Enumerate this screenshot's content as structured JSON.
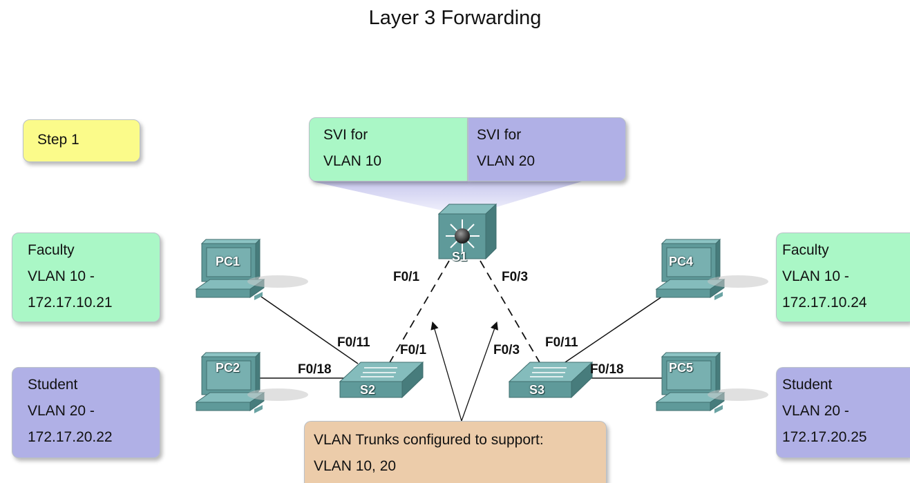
{
  "title": "Layer 3 Forwarding",
  "step_label": "Step 1",
  "svi": {
    "vlan10": [
      "SVI for",
      "VLAN 10"
    ],
    "vlan20": [
      "SVI for",
      "VLAN 20"
    ]
  },
  "hosts": {
    "pc1": [
      "Faculty",
      "VLAN 10 -",
      "172.17.10.21"
    ],
    "pc2": [
      "Student",
      "VLAN 20 -",
      "172.17.20.22"
    ],
    "pc4": [
      "Faculty",
      "VLAN 10 -",
      "172.17.10.24"
    ],
    "pc5": [
      "Student",
      "VLAN 20 -",
      "172.17.20.25"
    ]
  },
  "trunk_note": [
    "VLAN Trunks configured to support:",
    "VLAN 10, 20"
  ],
  "devices": {
    "s1": "S1",
    "s2": "S2",
    "s3": "S3",
    "pc1": "PC1",
    "pc2": "PC2",
    "pc4": "PC4",
    "pc5": "PC5"
  },
  "ports": {
    "s1_to_s2": "F0/1",
    "s1_to_s3": "F0/3",
    "s2_uplink": "F0/1",
    "s2_pc1": "F0/11",
    "s2_pc2": "F0/18",
    "s3_uplink": "F0/3",
    "s3_pc4": "F0/11",
    "s3_pc5": "F0/18"
  },
  "colors": {
    "vlan10": "#aaf7c6",
    "vlan20": "#b0b0e6",
    "step": "#fbfb8a",
    "note": "#ecccaa",
    "device": "#5f9a9a"
  }
}
